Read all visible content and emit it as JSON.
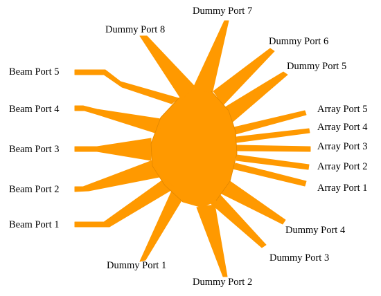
{
  "diagram": {
    "fill_color": "#FF9900",
    "edge_color": "#E08600",
    "labels": {
      "beam_port_5": "Beam Port 5",
      "beam_port_4": "Beam Port 4",
      "beam_port_3": "Beam Port 3",
      "beam_port_2": "Beam Port 2",
      "beam_port_1": "Beam Port 1",
      "dummy_port_8": "Dummy Port 8",
      "dummy_port_7": "Dummy Port 7",
      "dummy_port_6": "Dummy Port 6",
      "dummy_port_5": "Dummy Port 5",
      "dummy_port_4": "Dummy Port 4",
      "dummy_port_3": "Dummy Port 3",
      "dummy_port_2": "Dummy Port 2",
      "dummy_port_1": "Dummy Port 1",
      "array_port_5": "Array Port 5",
      "array_port_4": "Array Port 4",
      "array_port_3": "Array Port 3",
      "array_port_2": "Array Port 2",
      "array_port_1": "Array Port 1"
    }
  }
}
